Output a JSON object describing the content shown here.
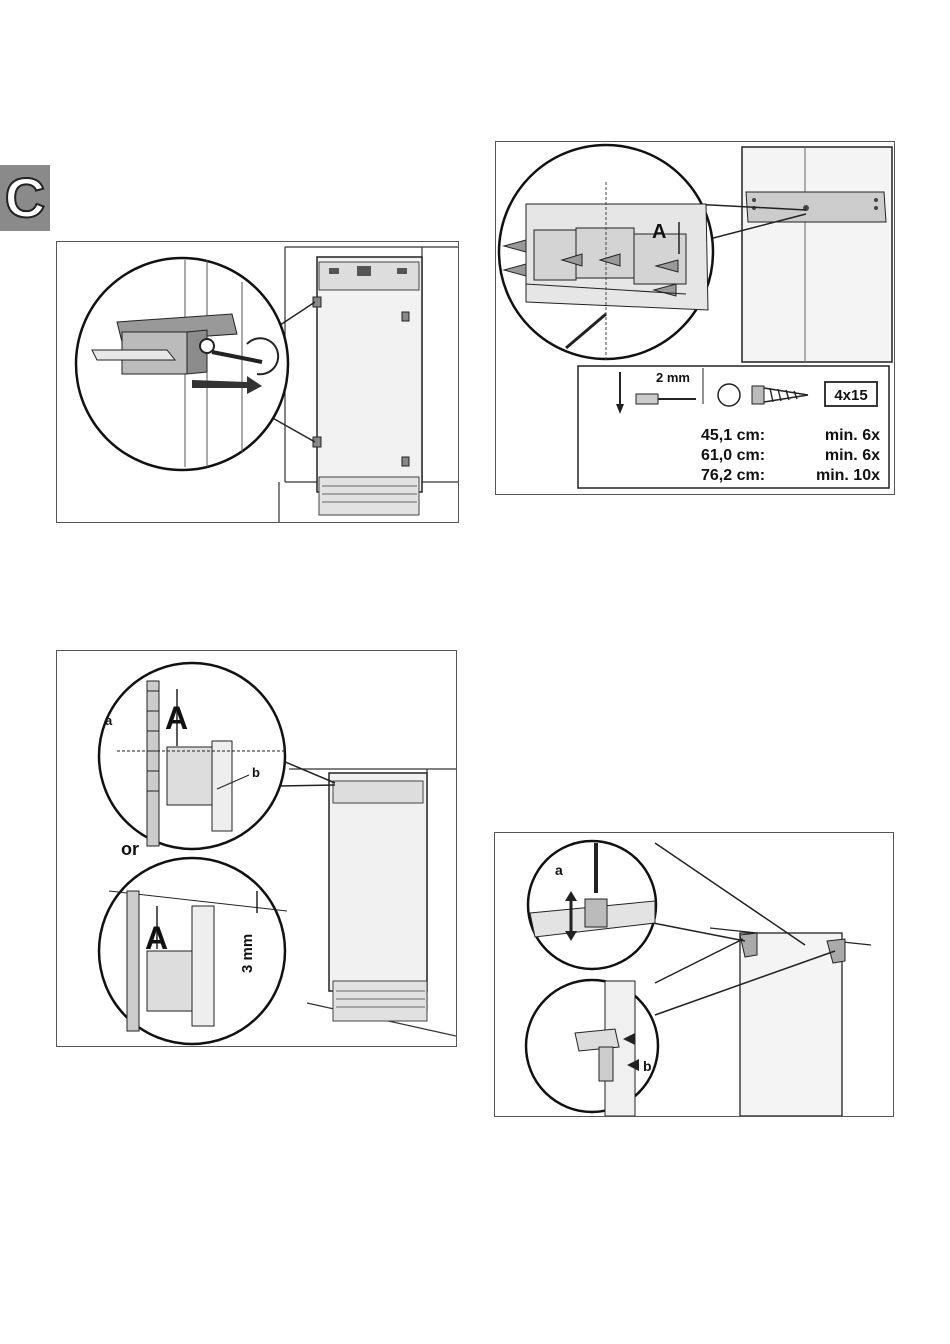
{
  "section_tab": {
    "letter": "C"
  },
  "figure_bracket_screws": {
    "dimension_label": "A",
    "drill": {
      "diameter": "2 mm"
    },
    "screw_size": "4x15",
    "screw_counts": [
      {
        "width": "45,1 cm:",
        "count": "min. 6x"
      },
      {
        "width": "61,0 cm:",
        "count": "min. 6x"
      },
      {
        "width": "76,2 cm:",
        "count": "min. 10x"
      }
    ]
  },
  "figure_door_alignment": {
    "dimension_label_top": "A",
    "dimension_label_bottom": "A",
    "callout_a": "a",
    "callout_b": "b",
    "alternative_word": "or",
    "gap": "3 mm"
  },
  "figure_handle_clips": {
    "callout_a": "a",
    "callout_b": "b"
  },
  "colors": {
    "tab": "#8a8a8a",
    "line": "#222222",
    "panel": "#eeeeee"
  }
}
